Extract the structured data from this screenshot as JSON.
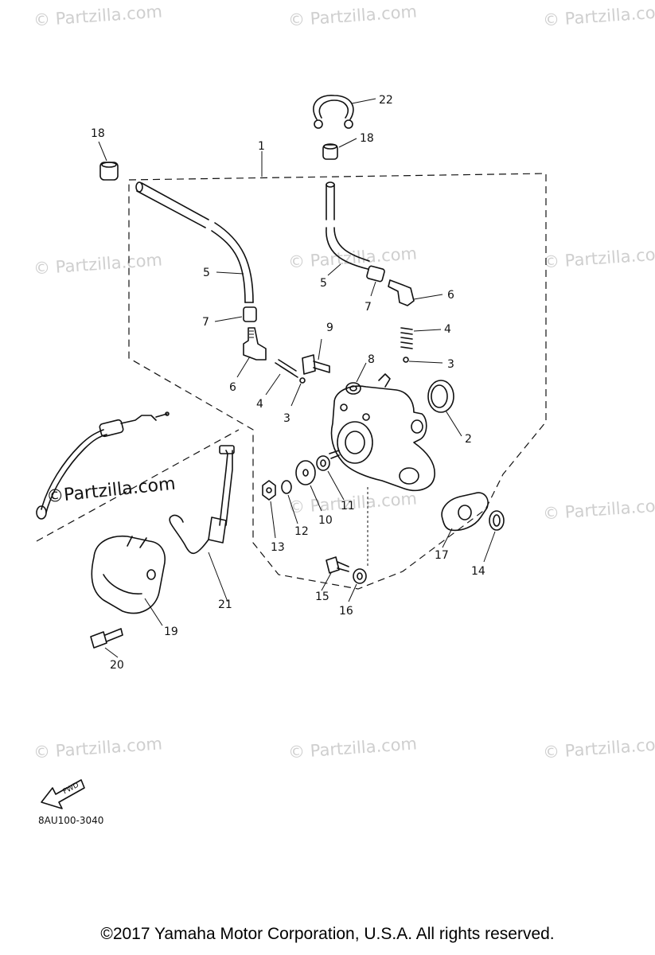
{
  "watermark_text": "© Partzilla.com",
  "inline_brand": "©Partzilla.com",
  "diagram_code": "8AU100-3040",
  "fwd_label": "FWD",
  "copyright": "©2017  Yamaha Motor Corporation, U.S.A. All rights reserved.",
  "callouts": {
    "c1": "1",
    "c2": "2",
    "c3a": "3",
    "c3b": "3",
    "c4a": "4",
    "c4b": "4",
    "c5a": "5",
    "c5b": "5",
    "c6a": "6",
    "c6b": "6",
    "c7a": "7",
    "c7b": "7",
    "c8": "8",
    "c9": "9",
    "c10": "10",
    "c11": "11",
    "c12": "12",
    "c13": "13",
    "c14": "14",
    "c15": "15",
    "c16": "16",
    "c17": "17",
    "c18a": "18",
    "c18b": "18",
    "c19": "19",
    "c20": "20",
    "c21": "21",
    "c22": "22"
  }
}
